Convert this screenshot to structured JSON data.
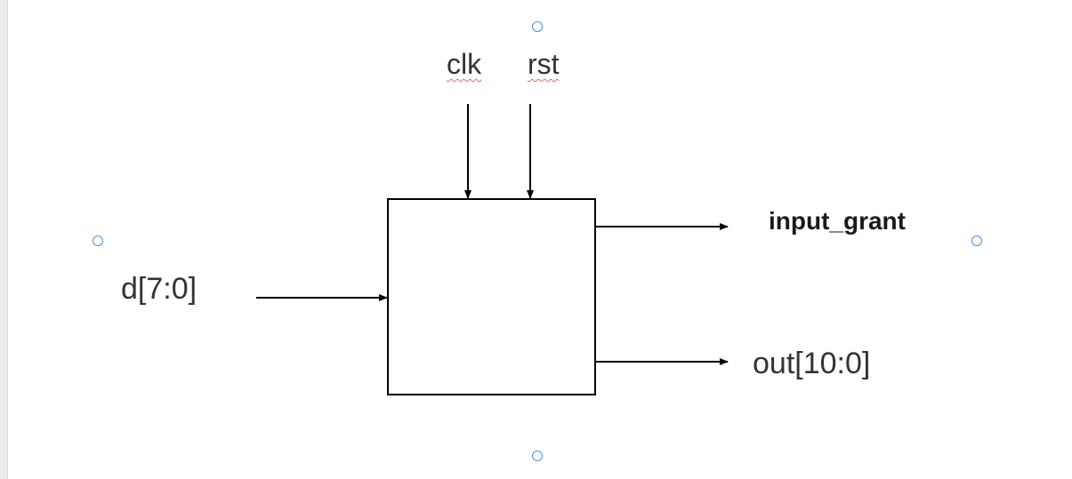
{
  "diagram": {
    "type": "block-diagram",
    "inputs": {
      "clk": "clk",
      "rst": "rst",
      "d": "d[7:0]"
    },
    "outputs": {
      "grant": "input_grant",
      "out": "out[10:0]"
    },
    "colors": {
      "line": "#000000",
      "text": "#333333",
      "handle": "#4a90d9",
      "spellcheck": "#e06666"
    }
  }
}
